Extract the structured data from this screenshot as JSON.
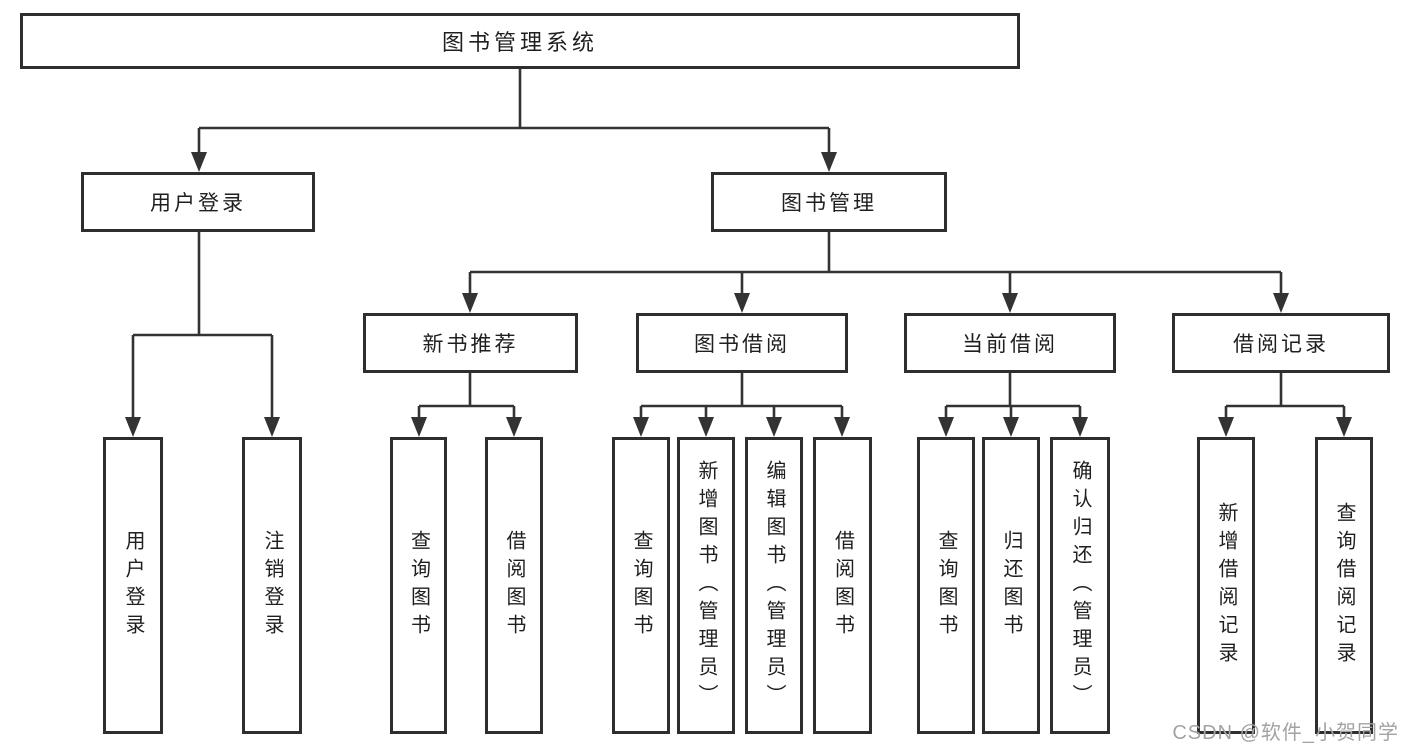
{
  "diagram": {
    "root": {
      "label": "图书管理系统"
    },
    "level2": [
      {
        "id": "user-login",
        "label": "用户登录"
      },
      {
        "id": "book-management",
        "label": "图书管理"
      }
    ],
    "level3": [
      {
        "id": "new-book-recommend",
        "label": "新书推荐"
      },
      {
        "id": "book-borrow",
        "label": "图书借阅"
      },
      {
        "id": "current-borrow",
        "label": "当前借阅"
      },
      {
        "id": "borrow-records",
        "label": "借阅记录"
      }
    ],
    "leaves": [
      {
        "id": "user-login-leaf",
        "label": "用户登录"
      },
      {
        "id": "logout",
        "label": "注销登录"
      },
      {
        "id": "nbr-query-books",
        "label": "查询图书"
      },
      {
        "id": "nbr-borrow-books",
        "label": "借阅图书"
      },
      {
        "id": "bb-query-books",
        "label": "查询图书"
      },
      {
        "id": "bb-add-books",
        "label": "新增图书（管理员）"
      },
      {
        "id": "bb-edit-books",
        "label": "编辑图书（管理员）"
      },
      {
        "id": "bb-borrow-books",
        "label": "借阅图书"
      },
      {
        "id": "cb-query-books",
        "label": "查询图书"
      },
      {
        "id": "cb-return-books",
        "label": "归还图书"
      },
      {
        "id": "cb-confirm-return",
        "label": "确认归还（管理员）"
      },
      {
        "id": "br-add-record",
        "label": "新增借阅记录"
      },
      {
        "id": "br-query-record",
        "label": "查询借阅记录"
      }
    ]
  },
  "watermark": {
    "text": "CSDN @软件_小贺同学"
  },
  "colors": {
    "line": "#333333",
    "border": "#2e2e2e",
    "text": "#1f1f1f",
    "watermark": "#a3a3a3"
  }
}
